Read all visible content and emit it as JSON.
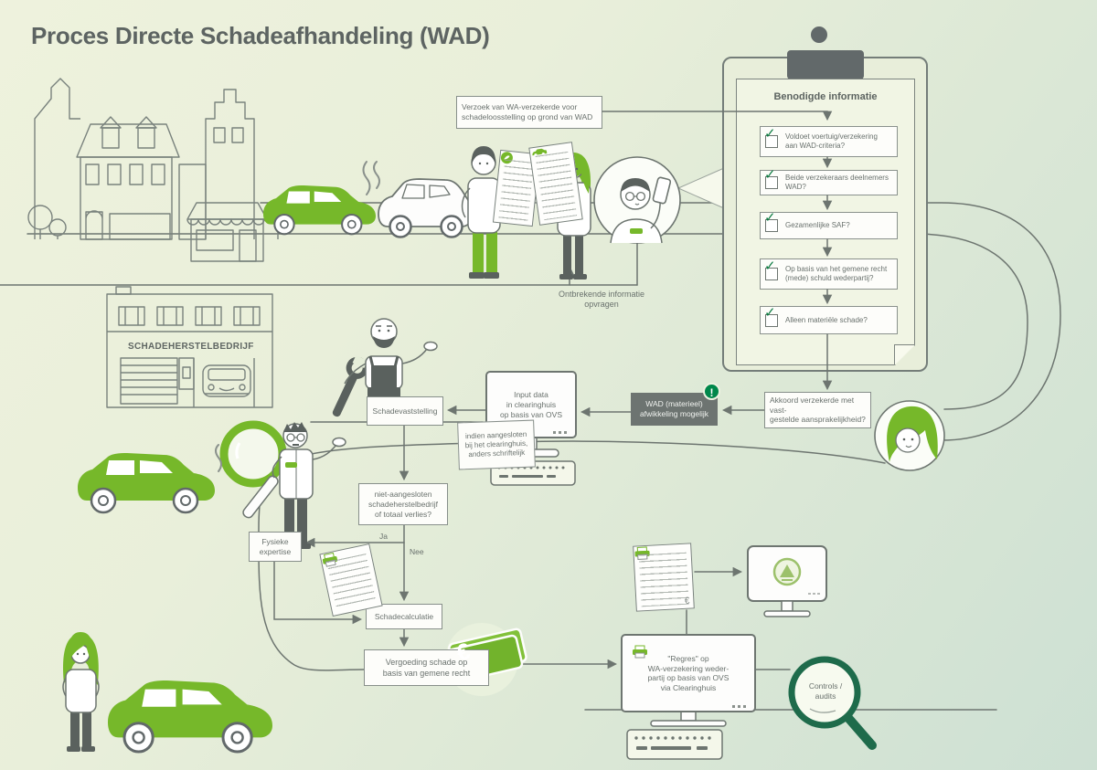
{
  "title": "Proces Directe Schadeafhandeling (WAD)",
  "scene": {
    "building_label": "SCHADEHERSTELBEDRIJF"
  },
  "request_box": "Verzoek van WA-verzekerde voor\nschadeloosstelling op grond van WAD",
  "clipboard": {
    "header": "Benodigde informatie",
    "items": [
      "Voldoet voertuig/verzekering\naan WAD-criteria?",
      "Beide verzekeraars deelnemers WAD?",
      "Gezamenlijke SAF?",
      "Op basis van het gemene recht\n(mede) schuld wederpartij?",
      "Alleen materiële schade?"
    ]
  },
  "flow": {
    "missing_info": "Ontbrekende informatie\nopvragen",
    "akkoord": "Akkoord verzekerde met vast-\ngestelde aansprakelijkheid?",
    "wad_settlement": "WAD (materieel)\nafwikkeling mogelijk",
    "input_data": "Input data\nin clearinghuis\nop basis van OVS",
    "clearinghouse_note": "indien aangesloten\nbij het clearinghuis,\nanders schriftelijk",
    "schadevaststelling": "Schadevaststelling",
    "repair_question": "niet-aangesloten\nschadeherstelbedrijf\nof totaal verlies?",
    "ja": "Ja",
    "nee": "Nee",
    "fysieke_expertise": "Fysieke\nexpertise",
    "schadecalculatie": "Schadecalculatie",
    "vergoeding": "Vergoeding schade op\nbasis van gemene recht",
    "regres": "\"Regres\" op\nWA-verzekering weder-\npartij op basis van OVS\nvia Clearinghuis",
    "controls": "Controls /\naudits"
  },
  "icons": {
    "check": "✓",
    "euro": "€",
    "exclamation": "!"
  },
  "colors": {
    "accent_green": "#76b82a",
    "badge_green": "#00874b",
    "check_green": "#0c7c41",
    "ring_green": "#1e6b4b",
    "box_gray": "#6d7471",
    "line_gray": "#6d7570"
  }
}
